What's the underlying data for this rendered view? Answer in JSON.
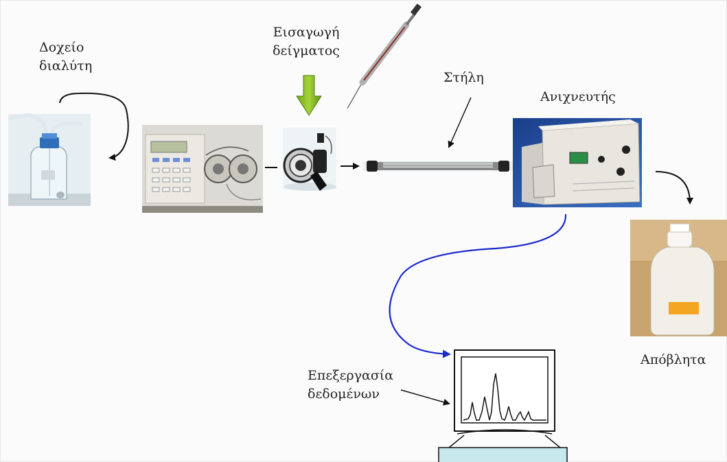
{
  "labels": {
    "solvent_line1": "Δοχείο",
    "solvent_line2": "διαλύτη",
    "injection_line1": "Εισαγωγή",
    "injection_line2": "δείγματος",
    "column": "Στήλη",
    "detector": "Ανιχνευτής",
    "waste": "Απόβλητα",
    "processing_line1": "Επεξεργασία",
    "processing_line2": "δεδομένων"
  }
}
